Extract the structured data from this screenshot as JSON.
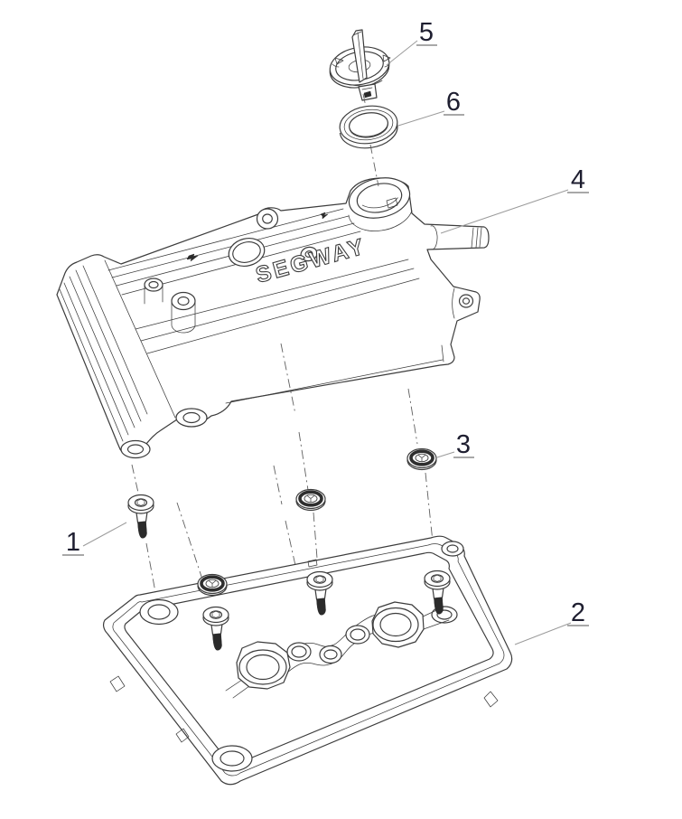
{
  "figure": {
    "type": "exploded-parts-diagram",
    "background_color": "#ffffff",
    "line_color": "#3c3c3c",
    "leader_line_color": "#9b9b9b",
    "callout_text_color": "#1e1e30",
    "brand_text": "SEGWAY",
    "callouts": [
      {
        "label": "1"
      },
      {
        "label": "2"
      },
      {
        "label": "3"
      },
      {
        "label": "4"
      },
      {
        "label": "5"
      },
      {
        "label": "6"
      }
    ]
  }
}
